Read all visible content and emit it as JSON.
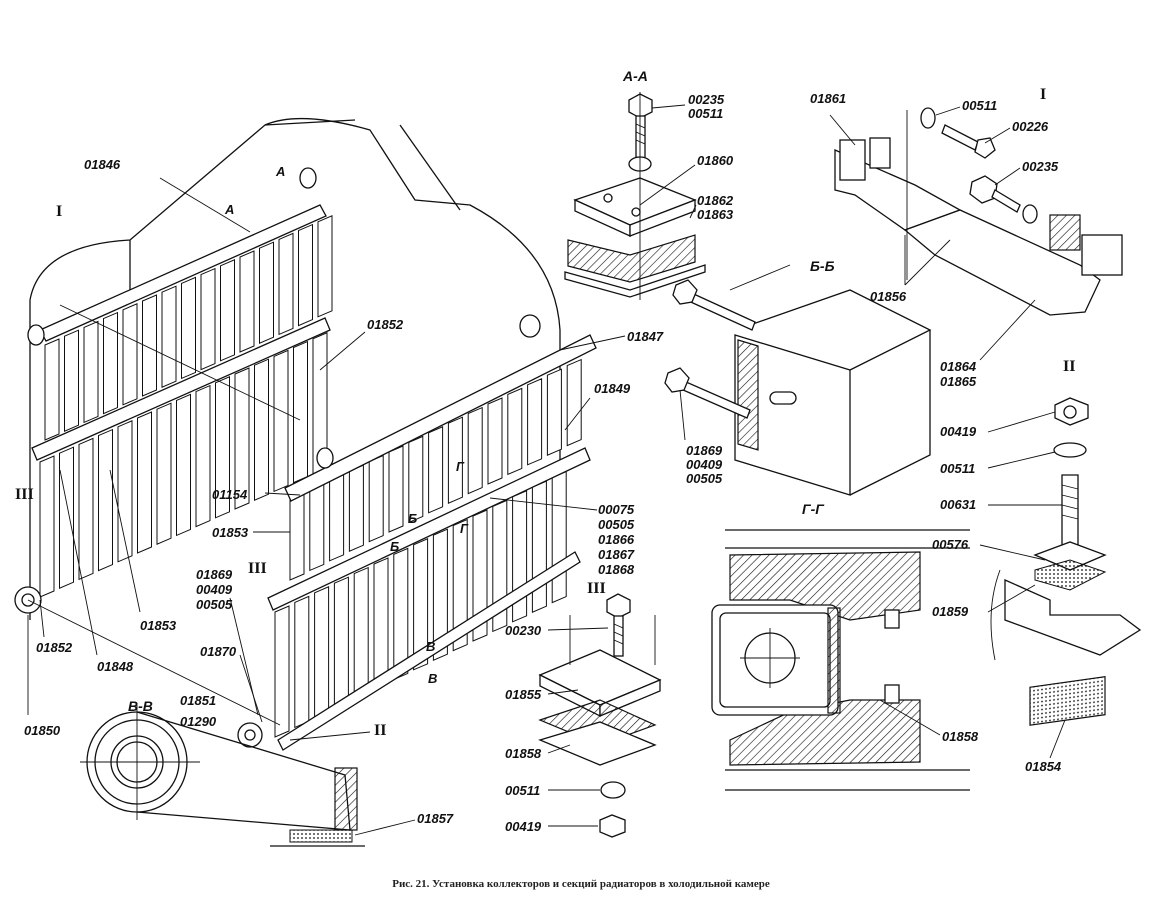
{
  "caption": "Рис. 21. Установка коллекторов и секций радиаторов в холодильной камере",
  "sections": {
    "aa": "А-А",
    "bb": "Б-Б",
    "vv": "В-В",
    "gg": "Г-Г",
    "I": "I",
    "II": "II",
    "III": "III"
  },
  "markers": {
    "a1": "А",
    "a2": "А",
    "b1": "Б",
    "b2": "Б",
    "g1": "Г",
    "g2": "Г",
    "v1": "В",
    "v2": "В",
    "r1_left": "I",
    "r3_left": "III",
    "r3_mid": "III",
    "r2_bottom": "II"
  },
  "parts": {
    "p01846": "01846",
    "p01852a": "01852",
    "p01847": "01847",
    "p01849": "01849",
    "p01154": "01154",
    "p01853a": "01853",
    "p01853b": "01853",
    "p01852b": "01852",
    "p01848": "01848",
    "p01850": "01850",
    "p01869a": "01869",
    "p00409a": "00409",
    "p00505a": "00505",
    "p01870": "01870",
    "p01851": "01851",
    "p01290": "01290",
    "p00075": "00075",
    "p00505b": "00505",
    "p01866": "01866",
    "p01867": "01867",
    "p01868": "01868",
    "p00235a": "00235",
    "p00511a": "00511",
    "p01860": "01860",
    "p01862": "01862",
    "p01863": "01863",
    "p01869b": "01869",
    "p00409b": "00409",
    "p00505c": "00505",
    "p00230": "00230",
    "p01855": "01855",
    "p01858a": "01858",
    "p00511b": "00511",
    "p00419a": "00419",
    "p01857": "01857",
    "p01861": "01861",
    "p00511c": "00511",
    "p00226": "00226",
    "p00235b": "00235",
    "p01856": "01856",
    "p01864": "01864",
    "p01865": "01865",
    "p00419b": "00419",
    "p00511d": "00511",
    "p00631": "00631",
    "p00576": "00576",
    "p01859": "01859",
    "p01854": "01854",
    "p01858b": "01858"
  }
}
